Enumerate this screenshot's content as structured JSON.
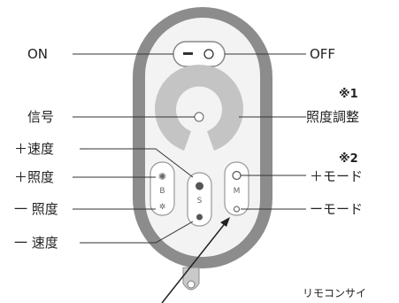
{
  "labels": {
    "on": "ON",
    "off": "OFF",
    "signal": "信号",
    "note1_mark": "※1",
    "note1_text": "照度調整",
    "speed_up": "＋速度",
    "brightness_up": "＋照度",
    "brightness_down": "一 照度",
    "speed_down": "一 速度",
    "note2_mark": "※2",
    "mode_up": "＋モード",
    "mode_down": "ーモード",
    "footer": "リモコンサイ"
  },
  "button_keys": {
    "brightness_middle": "B",
    "speed_middle": "S",
    "mode_middle": "M"
  },
  "colors": {
    "body_outer": "#8c8c8c",
    "body_inner": "#f3f3f3",
    "wheel": "#c4c4c4",
    "button": "#ffffff",
    "text": "#222222"
  }
}
